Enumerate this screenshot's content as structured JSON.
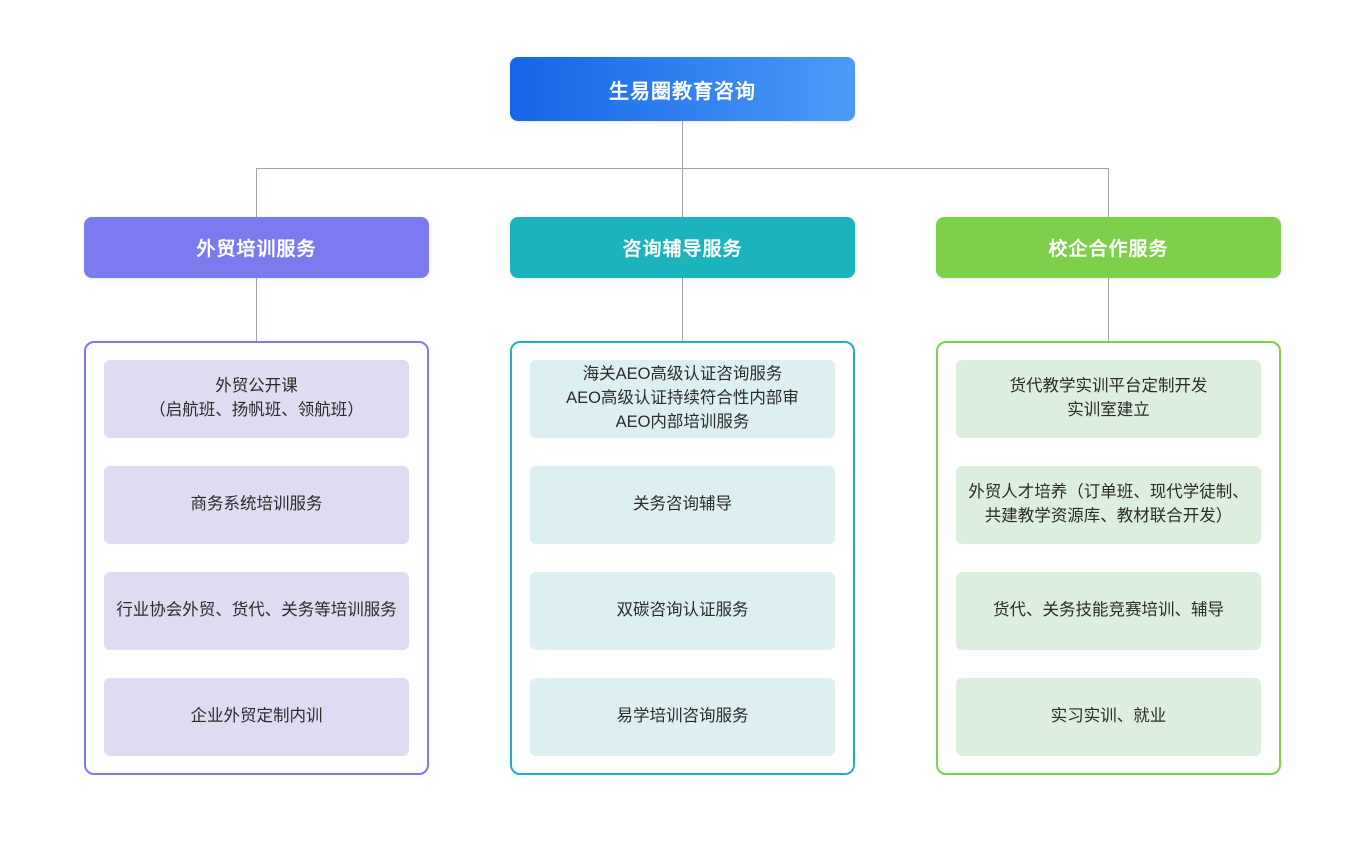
{
  "theme": {
    "background": "#ffffff",
    "connector_color": "#9aa5b1",
    "root_gradient_start": "#1565e8",
    "root_gradient_end": "#4b9bf5",
    "text_color": "#2b2b2b"
  },
  "root": {
    "label": "生易圈教育咨询"
  },
  "branches": [
    {
      "id": "foreign-trade-training",
      "label": "外贸培训服务",
      "header_color": "#7b7bef",
      "border_color": "#7b7bef",
      "card_color": "#dedcf2",
      "items": [
        {
          "lines": [
            "外贸公开课",
            "（启航班、扬帆班、领航班）"
          ]
        },
        {
          "lines": [
            "商务系统培训服务"
          ]
        },
        {
          "lines": [
            "行业协会外贸、货代、关务等培训服务"
          ]
        },
        {
          "lines": [
            "企业外贸定制内训"
          ]
        }
      ]
    },
    {
      "id": "consulting-coaching",
      "label": "咨询辅导服务",
      "header_color": "#1cb4bc",
      "border_color": "#1cb4bc",
      "card_color": "#dcf0f2",
      "items": [
        {
          "lines": [
            "海关AEO高级认证咨询服务",
            "AEO高级认证持续符合性内部审",
            "AEO内部培训服务"
          ]
        },
        {
          "lines": [
            "关务咨询辅导"
          ]
        },
        {
          "lines": [
            "双碳咨询认证服务"
          ]
        },
        {
          "lines": [
            "易学培训咨询服务"
          ]
        }
      ]
    },
    {
      "id": "school-enterprise",
      "label": "校企合作服务",
      "header_color": "#7ed04a",
      "border_color": "#7ed04a",
      "card_color": "#dceede",
      "items": [
        {
          "lines": [
            "货代教学实训平台定制开发",
            "实训室建立"
          ]
        },
        {
          "lines": [
            "外贸人才培养（订单班、现代学徒制、共建教学资源库、教材联合开发）"
          ]
        },
        {
          "lines": [
            "货代、关务技能竞赛培训、辅导"
          ]
        },
        {
          "lines": [
            "实习实训、就业"
          ]
        }
      ]
    }
  ]
}
